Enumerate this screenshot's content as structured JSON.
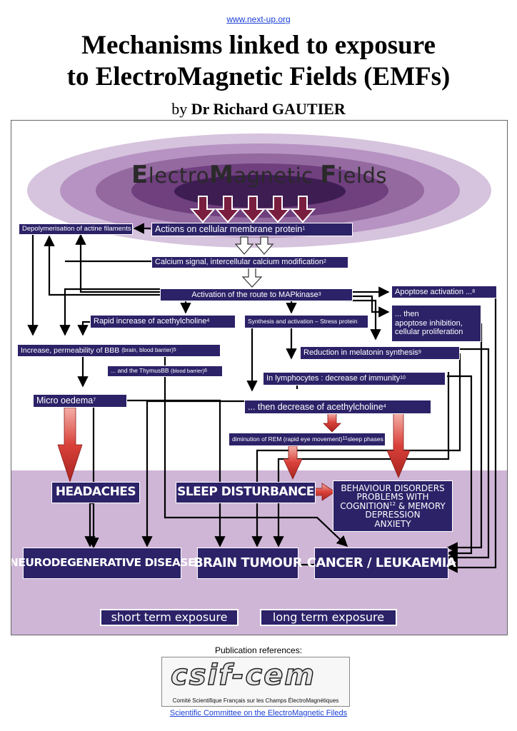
{
  "header": {
    "link": "www.next-up.org",
    "title_line1": "Mechanisms linked to exposure",
    "title_line2": "to ElectroMagnetic Fields (EMFs)",
    "by_prefix": "by",
    "author": "Dr Richard GAUTIER"
  },
  "diagram": {
    "emf_title": "ElectroMagnetic Fields",
    "emf_title_parts": [
      "E",
      "lectro",
      "M",
      "agnetic ",
      "F",
      "ields"
    ],
    "colors": {
      "box": "#2c2268",
      "bottom_band": "#cfb6d7",
      "arrow_red": "#c0392b",
      "arrow_maroon": "#7a1e3f"
    },
    "nodes": {
      "depolymerisation": "Depolymerisation of actine filaments",
      "actions": "Actions on cellular membrane protein",
      "actions_ref": "1",
      "calcium": "Calcium signal, intercellular calcium modification",
      "calcium_ref": "2",
      "activation": "Activation of the route to MAPkinase",
      "activation_ref": "3",
      "apoptose_activation": "Apoptose activation ...",
      "apoptose_activation_ref": "8",
      "rapid_increase": "Rapid increase of acethylcholine",
      "rapid_increase_ref": "4",
      "synthesis": "Synthesis and activation –  Stress protein",
      "then_apoptose_1": "... then",
      "then_apoptose_2": "apoptose inhibition,",
      "then_apoptose_3": "cellular proliferation",
      "bbb": "Increase, permeability of BBB",
      "bbb_small": "(brain, blood barrier)",
      "bbb_ref": "5",
      "melatonin": "Reduction in melatonin synthesis",
      "melatonin_ref": "9",
      "thymus": "... and the ThymusBB",
      "thymus_small": "(blood barrier)",
      "thymus_ref": "6",
      "lymphocytes": "In lymphocytes : decrease of immunity",
      "lymphocytes_ref": "10",
      "oedema": "Micro oedema",
      "oedema_ref": "7",
      "decrease_ach": "... then decrease of acethylcholine",
      "decrease_ach_ref": "4",
      "rem_a": "diminution of REM (rapid eye movement)",
      "rem_ref": "11",
      "rem_b": " sleep phases"
    },
    "outcomes": {
      "headaches": "HEADACHES",
      "sleep": "SLEEP DISTURBANCE",
      "behaviour_1": "BEHAVIOUR DISORDERS",
      "behaviour_2": "PROBLEMS WITH",
      "behaviour_3a": "COGNITION",
      "behaviour_ref": "12",
      "behaviour_3b": " & MEMORY",
      "behaviour_4": "DEPRESSION",
      "behaviour_5": "ANXIETY",
      "neuro": "NEURODEGENERATIVE  DISEASE",
      "brain": "BRAIN TUMOUR",
      "cancer": "CANCER / LEUKAEMIA"
    },
    "exposure": {
      "short": "short term exposure",
      "long": "long term exposure"
    }
  },
  "footer": {
    "publication_label": "Publication references:",
    "logo_text": "csif-cem",
    "logo_subtitle": "Comité Scientifique Français sur les Champs ÉlectroMagnétiques",
    "link": "Scientific Committee on the ElectroMagnetic Fileds"
  }
}
